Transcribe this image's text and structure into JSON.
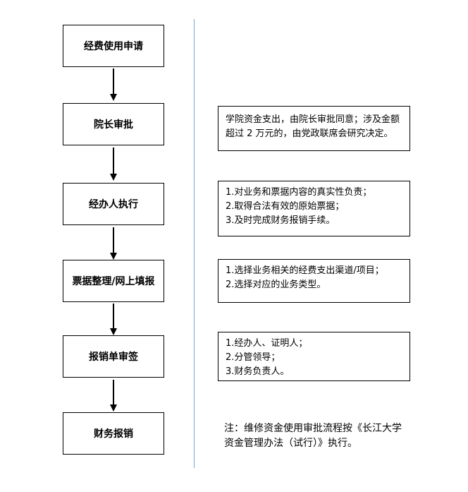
{
  "steps": [
    {
      "label": "经费使用申请"
    },
    {
      "label": "院长审批"
    },
    {
      "label": "经办人执行"
    },
    {
      "label": "票据整理/网上填报"
    },
    {
      "label": "报销单审签"
    },
    {
      "label": "财务报销"
    }
  ],
  "notes": {
    "approval": {
      "lines": [
        "学院资金支出，由院长审批同意；涉及金额超过 2 万元的，由党政联席会研究决定。"
      ]
    },
    "execution": {
      "lines": [
        "1.对业务和票据内容的真实性负责；",
        "2.取得合法有效的原始票据；",
        "3.及时完成财务报销手续。"
      ]
    },
    "filing": {
      "lines": [
        "1.选择业务相关的经费支出渠道/项目；",
        "2.选择对应的业务类型。"
      ]
    },
    "signoff": {
      "lines": [
        "1.经办人、证明人；",
        "2.分管领导；",
        "3.财务负责人。"
      ]
    },
    "footnote": "注：维修资金使用审批流程按《长江大学资金管理办法（试行）》执行。"
  },
  "colors": {
    "divider": "#7fa6c8",
    "box_border": "#000000"
  }
}
